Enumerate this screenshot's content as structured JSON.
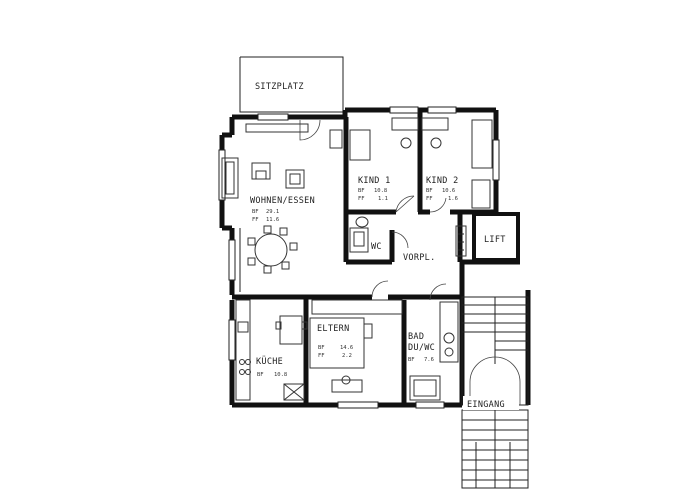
{
  "rooms": {
    "sitzplatz": {
      "label": "SITZPLATZ"
    },
    "wohnen": {
      "label": "WOHNEN/ESSEN",
      "bf": "BF",
      "bf_value": "29.1",
      "ff": "FF",
      "ff_value": "11.6"
    },
    "kind1": {
      "label": "KIND 1",
      "bf": "BF",
      "bf_value": "10.8",
      "ff": "FF",
      "ff_value": "1.1"
    },
    "kind2": {
      "label": "KIND 2",
      "bf": "BF",
      "bf_value": "10.6",
      "ff": "FF",
      "ff_value": "1.6"
    },
    "wc": {
      "label": "WC"
    },
    "vorpl": {
      "label": "VORPL."
    },
    "lift": {
      "label": "LIFT"
    },
    "eltern": {
      "label": "ELTERN",
      "bf": "BF",
      "bf_value": "14.6",
      "ff": "FF",
      "ff_value": "2.2"
    },
    "bad": {
      "label": "BAD",
      "label2": "DU/WC",
      "bf": "BF",
      "bf_value": "7.6"
    },
    "kueche": {
      "label": "KÜCHE",
      "bf": "BF",
      "bf_value": "10.8"
    },
    "eingang": {
      "label": "EINGANG"
    }
  }
}
